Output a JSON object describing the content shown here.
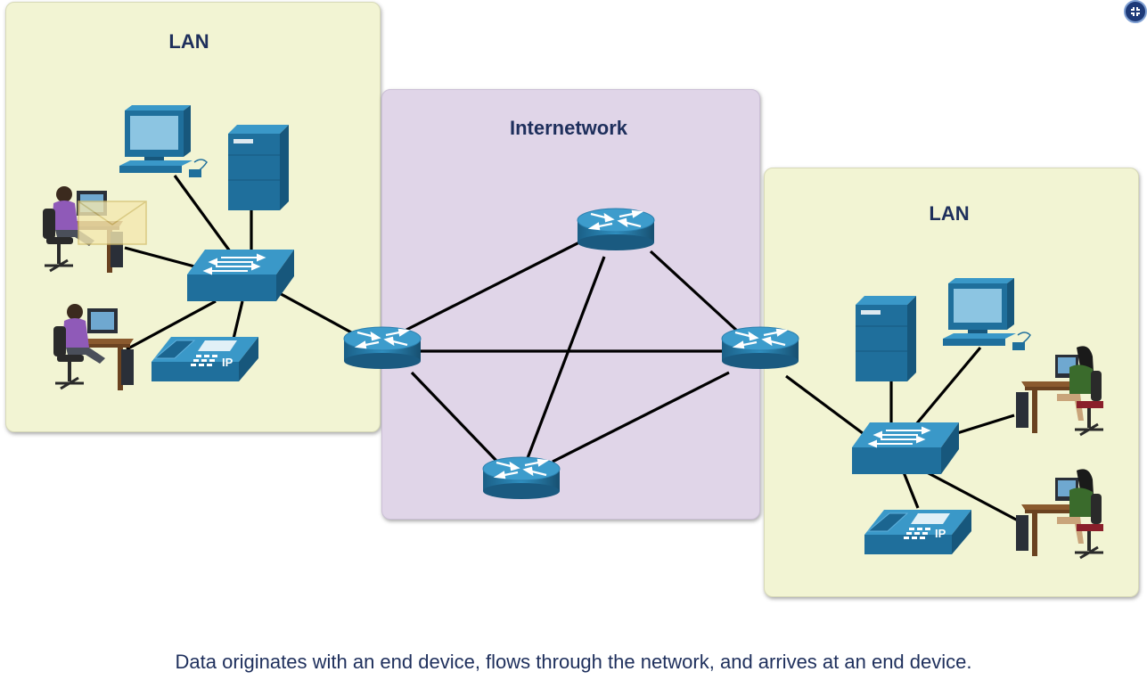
{
  "zones": {
    "lan_left": "LAN",
    "internetwork": "Internetwork",
    "lan_right": "LAN"
  },
  "phone_label": "IP",
  "caption": "Data originates with an end device, flows through the network, and arrives at an end device.",
  "icons": {
    "corner": "collapse-icon",
    "router": "router-icon",
    "switch": "switch-icon",
    "server": "server-icon",
    "workstation": "workstation-icon",
    "ip_phone": "ip-phone-icon",
    "user": "user-at-desk-icon",
    "message": "envelope-icon"
  },
  "colors": {
    "lan_bg": "#f2f4d3",
    "internetwork_bg": "#e0d5e8",
    "device": "#1f6f9c",
    "text": "#1e2f5c"
  }
}
